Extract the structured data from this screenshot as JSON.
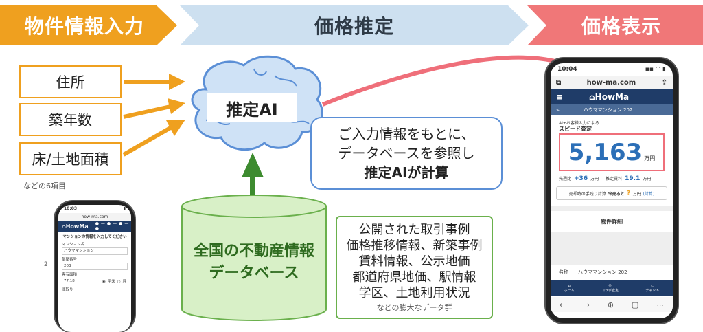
{
  "banners": {
    "input": "物件情報入力",
    "estimate": "価格推定",
    "display": "価格表示"
  },
  "inputs": [
    "住所",
    "築年数",
    "床/土地面積"
  ],
  "inputs_note": "などの6項目",
  "ai_label": "推定AI",
  "bubble": {
    "line1": "ご入力情報をもとに、",
    "line2": "データベースを参照し",
    "line3": "推定AIが計算"
  },
  "database": {
    "line1": "全国の不動産情報",
    "line2": "データベース"
  },
  "sources": {
    "lines": [
      "公開された取引事例",
      "価格推移情報、新築事例",
      "賃料情報、公示地価",
      "都道府県地価、駅情報",
      "学区、土地利用状況"
    ],
    "note": "などの膨大なデータ群"
  },
  "phone_small": {
    "time": "10:03",
    "url": "how-ma.com",
    "brand": "HowMa",
    "heading": "マンションの情報を入力してください",
    "field1_label": "マンション名",
    "field1_value": "ハウママンション",
    "field2_label": "部屋番号",
    "field2_value": "203",
    "field3_label": "専有面積",
    "field3_value": "77.18",
    "unit_sqm": "平米",
    "unit_tsubo": "坪",
    "field4_label": "間取り",
    "page_num": "2"
  },
  "phone_big": {
    "time": "10:04",
    "url": "how-ma.com",
    "brand": "HowMa",
    "property": "ハウママンション 202",
    "ai_caption": "AI+お客様入力による",
    "speed_label": "スピード査定",
    "price": "5,163",
    "price_unit": "万円",
    "change_label": "先週比",
    "change_value": "+36",
    "change_unit": "万円",
    "rent_label": "推定賃料",
    "rent_value": "19.1",
    "rent_unit": "万円",
    "remain_label": "売却時の手残り計算",
    "remain_value": "今売ると",
    "remain_q": "?",
    "remain_unit": "万円",
    "remain_link": "(計算)",
    "detail_title": "物件詳細",
    "name_label": "名称",
    "name_value": "ハウママンション 202",
    "nav": [
      "ホーム",
      "コラボ査定",
      "チャット"
    ]
  },
  "colors": {
    "orange": "#efa01f",
    "blue_banner": "#cde0f0",
    "red_banner": "#f07778",
    "green": "#3d8b2f",
    "navy": "#1f3c68"
  }
}
